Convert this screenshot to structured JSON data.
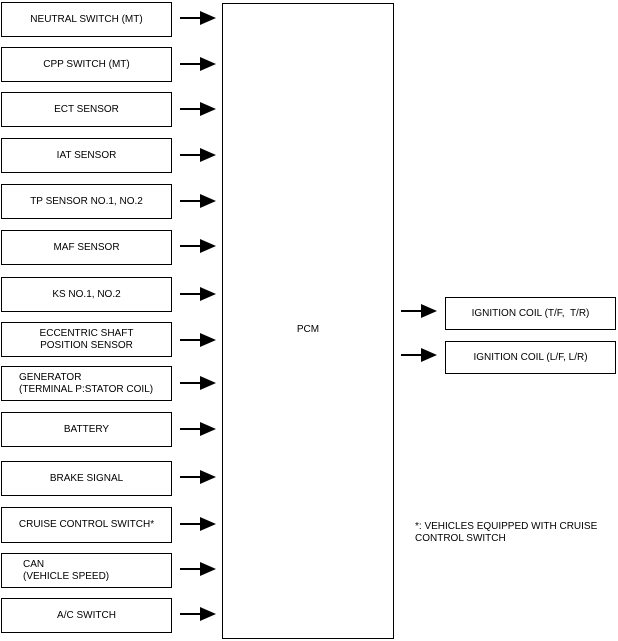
{
  "pcm": {
    "label": "PCM"
  },
  "inputs": [
    {
      "label": "NEUTRAL SWITCH (MT)"
    },
    {
      "label": "CPP SWITCH (MT)"
    },
    {
      "label": "ECT SENSOR"
    },
    {
      "label": "IAT SENSOR"
    },
    {
      "label": "TP SENSOR NO.1, NO.2"
    },
    {
      "label": "MAF SENSOR"
    },
    {
      "label": "KS NO.1, NO.2"
    },
    {
      "label": "ECCENTRIC SHAFT\nPOSITION SENSOR"
    },
    {
      "label": "GENERATOR\n(TERMINAL P:STATOR COIL)"
    },
    {
      "label": "BATTERY"
    },
    {
      "label": "BRAKE SIGNAL"
    },
    {
      "label": "CRUISE CONTROL SWITCH*"
    },
    {
      "label": "CAN\n(VEHICLE SPEED)"
    },
    {
      "label": "A/C SWITCH"
    }
  ],
  "outputs": [
    {
      "label": "IGNITION COIL (T/F,  T/R)"
    },
    {
      "label": "IGNITION COIL (L/F, L/R)"
    }
  ],
  "footnote": "*: VEHICLES EQUIPPED WITH CRUISE\nCONTROL SWITCH"
}
